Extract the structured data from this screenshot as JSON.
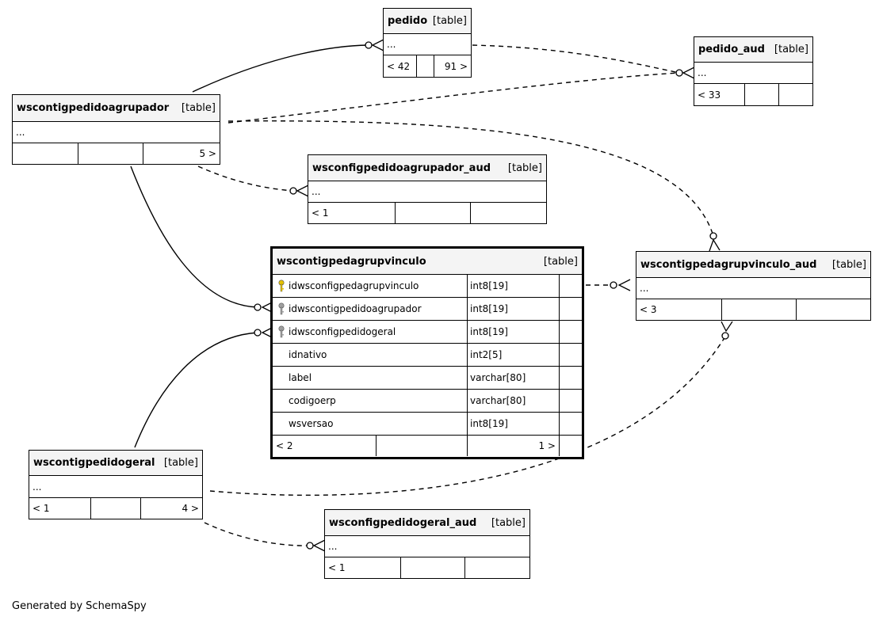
{
  "credit": "Generated by SchemaSpy",
  "tables": {
    "pedido": {
      "name": "pedido",
      "type": "[table]",
      "placeholder": "...",
      "footer": [
        "< 42",
        "",
        "91 >"
      ]
    },
    "pedido_aud": {
      "name": "pedido_aud",
      "type": "[table]",
      "placeholder": "...",
      "footer": [
        "< 33",
        "",
        ""
      ]
    },
    "agrupador": {
      "name": "wscontigpedidoagrupador",
      "type": "[table]",
      "placeholder": "...",
      "footer": [
        "",
        "",
        "5 >"
      ]
    },
    "agrupador_aud": {
      "name": "wsconfigpedidoagrupador_aud",
      "type": "[table]",
      "placeholder": "...",
      "footer": [
        "< 1",
        "",
        ""
      ]
    },
    "vinculo": {
      "name": "wscontigpedagrupvinculo",
      "type": "[table]",
      "columns": [
        {
          "name": "idwsconfigpedagrupvinculo",
          "type": "int8[19]",
          "key": "primary"
        },
        {
          "name": "idwscontigpedidoagrupador",
          "type": "int8[19]",
          "key": "foreign"
        },
        {
          "name": "idwsconfigpedidogeral",
          "type": "int8[19]",
          "key": "foreign"
        },
        {
          "name": "idnativo",
          "type": "int2[5]",
          "key": "none"
        },
        {
          "name": "label",
          "type": "varchar[80]",
          "key": "none"
        },
        {
          "name": "codigoerp",
          "type": "varchar[80]",
          "key": "none"
        },
        {
          "name": "wsversao",
          "type": "int8[19]",
          "key": "none"
        }
      ],
      "footer": [
        "< 2",
        "",
        "1 >"
      ]
    },
    "vinculo_aud": {
      "name": "wscontigpedagrupvinculo_aud",
      "type": "[table]",
      "placeholder": "...",
      "footer": [
        "< 3",
        "",
        ""
      ]
    },
    "geral": {
      "name": "wscontigpedidogeral",
      "type": "[table]",
      "placeholder": "...",
      "footer": [
        "< 1",
        "",
        "4 >"
      ]
    },
    "geral_aud": {
      "name": "wsconfigpedidogeral_aud",
      "type": "[table]",
      "placeholder": "...",
      "footer": [
        "< 1",
        "",
        ""
      ]
    }
  },
  "colors": {
    "primary_key": "#e6c200",
    "foreign_key": "#a0a0a0",
    "header_bg": "#f4f4f4",
    "line": "#000000"
  }
}
